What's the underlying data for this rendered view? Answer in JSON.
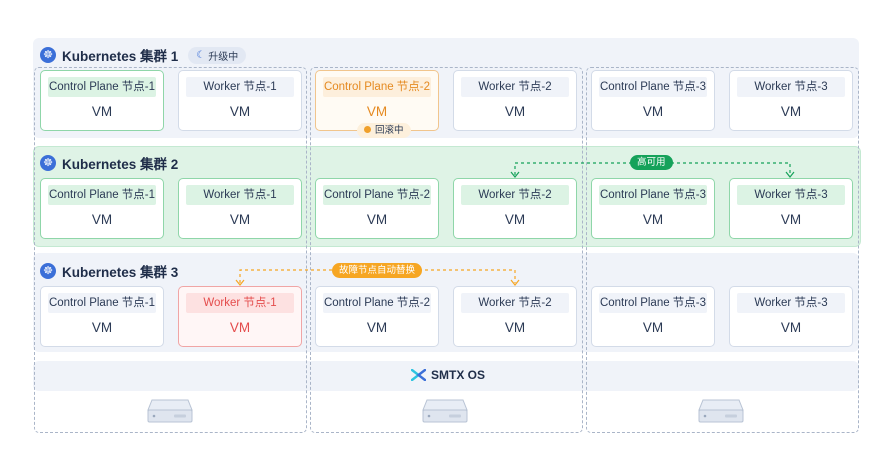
{
  "clusters": [
    {
      "title": "Kubernetes 集群 1",
      "status_badge": "升级中",
      "nodes": [
        {
          "label": "Control Plane 节点-1",
          "vm": "VM",
          "state": "green"
        },
        {
          "label": "Worker 节点-1",
          "vm": "VM",
          "state": "plain"
        },
        {
          "label": "Control Plane 节点-2",
          "vm": "VM",
          "state": "orange"
        },
        {
          "label": "Worker 节点-2",
          "vm": "VM",
          "state": "plain"
        },
        {
          "label": "Control Plane 节点-3",
          "vm": "VM",
          "state": "plain"
        },
        {
          "label": "Worker 节点-3",
          "vm": "VM",
          "state": "plain"
        }
      ]
    },
    {
      "title": "Kubernetes 集群 2",
      "nodes": [
        {
          "label": "Control Plane 节点-1",
          "vm": "VM",
          "state": "green"
        },
        {
          "label": "Worker 节点-1",
          "vm": "VM",
          "state": "green"
        },
        {
          "label": "Control Plane 节点-2",
          "vm": "VM",
          "state": "green"
        },
        {
          "label": "Worker 节点-2",
          "vm": "VM",
          "state": "green"
        },
        {
          "label": "Control Plane 节点-3",
          "vm": "VM",
          "state": "green"
        },
        {
          "label": "Worker 节点-3",
          "vm": "VM",
          "state": "green"
        }
      ]
    },
    {
      "title": "Kubernetes 集群 3",
      "nodes": [
        {
          "label": "Control Plane 节点-1",
          "vm": "VM",
          "state": "plain"
        },
        {
          "label": "Worker 节点-1",
          "vm": "VM",
          "state": "red"
        },
        {
          "label": "Control Plane 节点-2",
          "vm": "VM",
          "state": "plain"
        },
        {
          "label": "Worker 节点-2",
          "vm": "VM",
          "state": "plain"
        },
        {
          "label": "Control Plane 节点-3",
          "vm": "VM",
          "state": "plain"
        },
        {
          "label": "Worker 节点-3",
          "vm": "VM",
          "state": "plain"
        }
      ]
    }
  ],
  "annotations": {
    "rollback": "回滚中",
    "high_availability": "高可用",
    "failover": "故障节点自动替换"
  },
  "os": {
    "label": "SMTX OS"
  },
  "colors": {
    "green_accent": "#15a25a",
    "orange_accent": "#f6a623",
    "red_accent": "#e44c4c",
    "brand_blue": "#3b6fd8",
    "os_icon_cyan": "#2ec4e0"
  },
  "icons": {
    "cluster": "kubernetes-helm-icon",
    "upgrade": "spinner-icon",
    "os": "smtx-logo-icon",
    "host": "server-icon"
  }
}
